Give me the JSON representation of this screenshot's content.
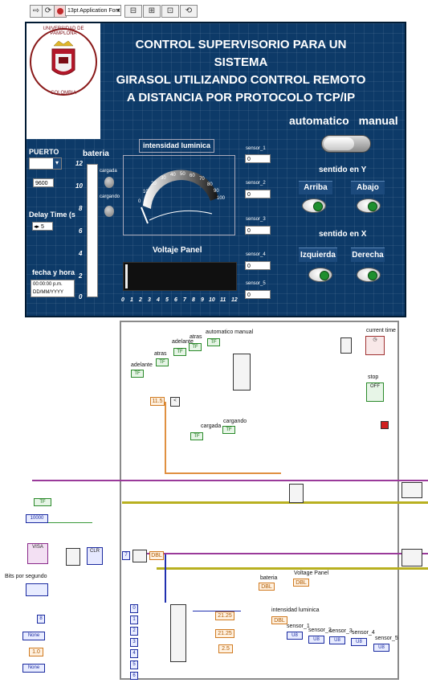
{
  "toolbar": {
    "font_select": "13pt Application Font",
    "icons": [
      "run-arrow-icon",
      "run-continuous-icon",
      "abort-icon",
      "pause-icon",
      "align-icon",
      "distribute-icon",
      "resize-icon",
      "reorder-icon"
    ]
  },
  "front_panel": {
    "title_lines": [
      "CONTROL SUPERVISORIO PARA UN SISTEMA",
      "GIRASOL UTILIZANDO CONTROL REMOTO",
      "A DISTANCIA POR PROTOCOLO TCP/IP"
    ],
    "logo": {
      "text_top": "UNIVERSIDAD DE PAMPLONA",
      "text_bottom": "COLOMBIA"
    },
    "puerto": {
      "label": "PUERTO",
      "baud_value": "9600"
    },
    "delay": {
      "label": "Delay Time (s",
      "value": "5"
    },
    "fecha": {
      "label": "fecha y hora",
      "value_line1": "00:00:00 p.m.",
      "value_line2": "DD/MM/YYYY"
    },
    "bateria": {
      "label": "bateria",
      "ticks": [
        "12",
        "10",
        "8",
        "6",
        "4",
        "2",
        "0"
      ],
      "cargada_label": "cargada",
      "cargando_label": "cargando"
    },
    "intensidad": {
      "label": "intensidad luminica",
      "gauge_ticks": [
        "0",
        "10",
        "20",
        "30",
        "40",
        "50",
        "60",
        "70",
        "80",
        "90",
        "100"
      ]
    },
    "voltaje": {
      "label": "Voltaje Panel",
      "ticks": [
        "0",
        "1",
        "2",
        "3",
        "4",
        "5",
        "6",
        "7",
        "8",
        "9",
        "10",
        "11",
        "12"
      ]
    },
    "sensors": [
      {
        "label": "sensor_1",
        "value": "0"
      },
      {
        "label": "sensor_2",
        "value": "0"
      },
      {
        "label": "sensor_3",
        "value": "0"
      },
      {
        "label": "sensor_4",
        "value": "0"
      },
      {
        "label": "sensor_5",
        "value": "0"
      }
    ],
    "mode": {
      "auto_label": "automatico",
      "manual_label": "manual"
    },
    "sentido_y": {
      "label": "sentido en Y",
      "up_label": "Arriba",
      "down_label": "Abajo"
    },
    "sentido_x": {
      "label": "sentido en X",
      "left_label": "Izquierda",
      "right_label": "Derecha"
    }
  },
  "block_diagram": {
    "labels": {
      "automatico_manual": "automatico  manual",
      "atras": "atras",
      "adelante": "adelante",
      "current_time": "current time",
      "stop": "stop",
      "cargada": "cargada",
      "cargando": "cargando",
      "bits": "Bits por segundo",
      "bateria": "bateria",
      "voltaje": "Voltage Panel",
      "intensidad": "intensidad luminica",
      "sensor_1": "sensor_1",
      "sensor_2": "sensor_2",
      "sensor_3": "sensor_3",
      "sensor_4": "sensor_4",
      "sensor_5": "sensor_5"
    },
    "constants": {
      "c_11_5": "11.5",
      "c_10000": "10000",
      "c_8": "8",
      "c_1_0": "1.0",
      "c_21_25a": "21.25",
      "c_21_25b": "21.25",
      "c_2_5": "2.5",
      "c_7": "7",
      "none1": "None",
      "none2": "None",
      "tf": "TF",
      "index": [
        "0",
        "1",
        "2",
        "3",
        "4",
        "5",
        "6"
      ]
    },
    "nodes": {
      "clr": "CLR",
      "visa": "VISA",
      "stop_btn": "OFF",
      "u8": "U8",
      "dbl": "DBL"
    }
  }
}
